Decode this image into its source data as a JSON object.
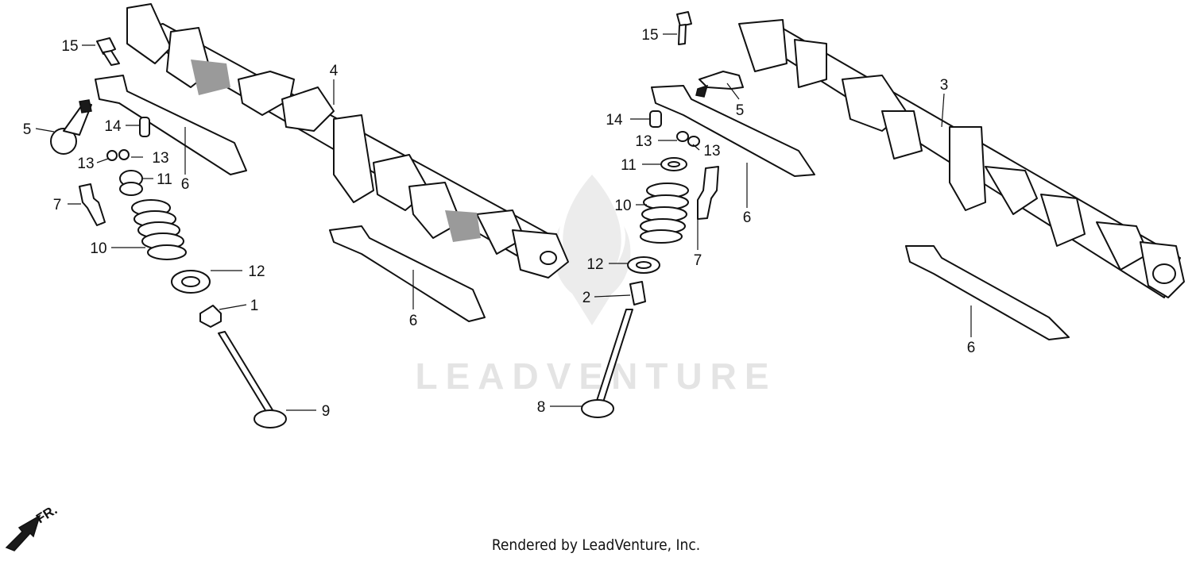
{
  "callouts": {
    "c1": "1",
    "c2": "2",
    "c3": "3",
    "c4": "4",
    "c5a": "5",
    "c5b": "5",
    "c6a": "6",
    "c6b": "6",
    "c6c": "6",
    "c6d": "6",
    "c7a": "7",
    "c7b": "7",
    "c8": "8",
    "c9": "9",
    "c10a": "10",
    "c10b": "10",
    "c11a": "11",
    "c11b": "11",
    "c12a": "12",
    "c12b": "12",
    "c13a": "13",
    "c13b": "13",
    "c13c": "13",
    "c13d": "13",
    "c14a": "14",
    "c14b": "14",
    "c15a": "15",
    "c15b": "15"
  },
  "direction_label": "FR.",
  "watermark": "LEADVENTURE",
  "footer": "Rendered by LeadVenture, Inc.",
  "colors": {
    "line": "#111111",
    "watermark": "#e4e4e4",
    "background": "#ffffff"
  }
}
